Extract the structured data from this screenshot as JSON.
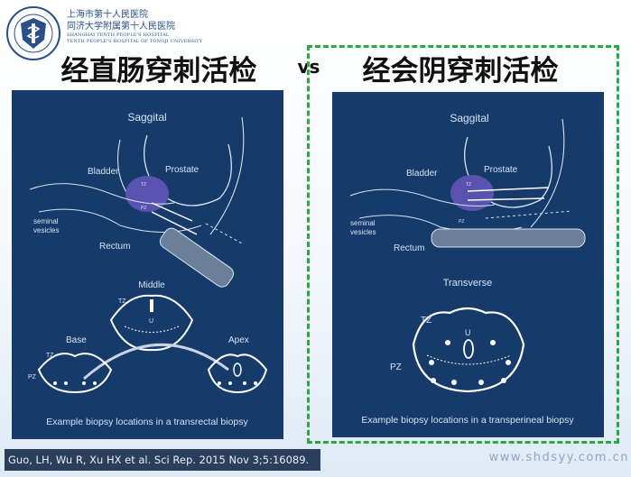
{
  "header": {
    "hospital_name_cn_1": "上海市第十人民医院",
    "hospital_name_cn_2": "同济大学附属第十人民医院",
    "hospital_name_en_1": "SHANGHAI TENTH PEOPLE'S HOSPITAL",
    "hospital_name_en_2": "TENTH PEOPLE'S HOSPITAL OF TONGJI UNIVERSITY",
    "logo_text": "上海市第十人民医院"
  },
  "titles": {
    "left": "经直肠穿刺活检",
    "vs": "vs",
    "right": "经会阴穿刺活检"
  },
  "left_panel": {
    "view": "Saggital",
    "labels": {
      "bladder": "Bladder",
      "prostate": "Prostate",
      "seminal_1": "seminal",
      "seminal_2": "vesicles",
      "rectum": "Rectum",
      "tz_small": "TZ",
      "pz_small": "PZ"
    },
    "zones": {
      "middle": "Middle",
      "base": "Base",
      "apex": "Apex",
      "tz": "TZ",
      "pz": "PZ",
      "u": "U"
    },
    "caption": "Example biopsy locations in a transrectal biopsy"
  },
  "right_panel": {
    "view": "Saggital",
    "labels": {
      "bladder": "Bladder",
      "prostate": "Prostate",
      "seminal_1": "seminal",
      "seminal_2": "vesicles",
      "rectum": "Rectum",
      "tz_small": "TZ",
      "pz_small": "PZ"
    },
    "transverse": "Transverse",
    "zones": {
      "tz": "TZ",
      "pz": "PZ",
      "u": "U"
    },
    "caption": "Example biopsy locations in a transperineal biopsy"
  },
  "footer": {
    "citation": "Guo, LH, Wu R, Xu HX et al. Sci Rep. 2015 Nov 3;5:16089.",
    "watermark": "www.shdsyy.com.cn"
  },
  "colors": {
    "panel_bg": "#163a6a",
    "prostate": "#5a52b0",
    "highlight": "#2aa845",
    "line": "#d6e3f3"
  }
}
